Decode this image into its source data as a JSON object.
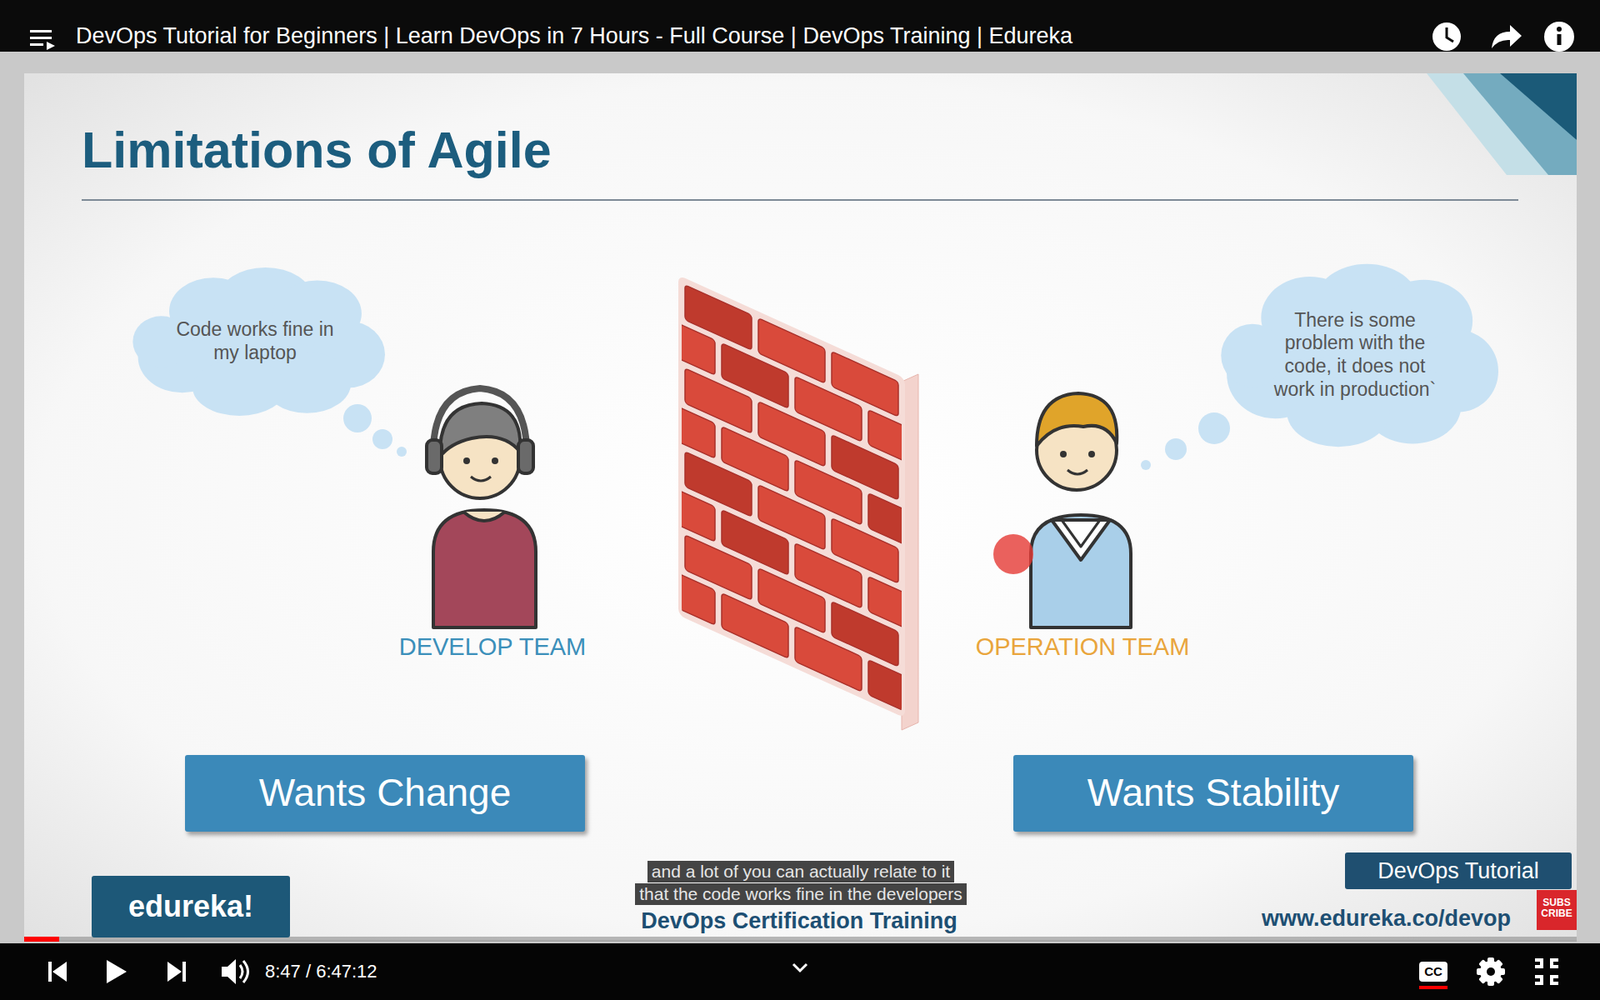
{
  "diagram": {
    "title": "Limitations of Agile",
    "nodes": [
      {
        "text": [
          "Code works fine in my laptop"
        ]
      },
      {
        "text": [
          "There is some problem with the code, it does not work in production`"
        ]
      },
      {
        "text": [
          "Wants Change"
        ]
      },
      {
        "text": [
          "Wants Stability"
        ]
      },
      {
        "text": [
          "DevOps Tutorial"
        ]
      },
      {
        "text": [
          "edureka!"
        ]
      }
    ],
    "labels": [
      "DevOps Tutorial for Beginners | Learn DevOps in 7 Hours - Full Course | DevOps Training | Edureka",
      "DEVELOP TEAM",
      "OPERATION TEAM",
      "and a lot of you can actually relate to it",
      "that the code works fine in the developers",
      "DevOps Certification Training",
      "www.edureka.co/devop",
      "SUBS CRIBE",
      "8:47 / 6:47:12",
      "CC"
    ]
  }
}
